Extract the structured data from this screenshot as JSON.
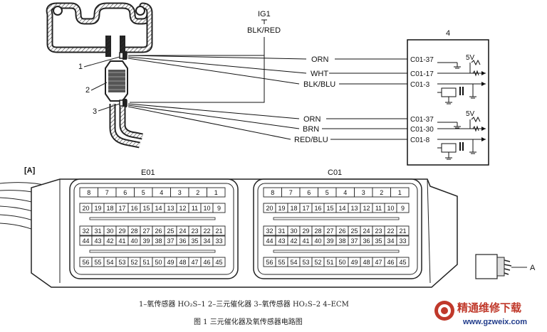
{
  "figure": {
    "ig_label": "IG1",
    "ig_wire": "BLK/RED",
    "ecm_number": "4",
    "section_tag": "[A]",
    "arrow_label": "A",
    "component_numbers": [
      "1",
      "2",
      "3"
    ],
    "upper_sensor": {
      "wires": [
        {
          "color": "ORN",
          "pin": "C01-37"
        },
        {
          "color": "WHT",
          "pin": "C01-17"
        },
        {
          "color": "BLK/BLU",
          "pin": "C01-3"
        }
      ],
      "supply": "5V"
    },
    "lower_sensor": {
      "wires": [
        {
          "color": "ORN",
          "pin": "C01-37"
        },
        {
          "color": "BRN",
          "pin": "C01-30"
        },
        {
          "color": "RED/BLU",
          "pin": "C01-8"
        }
      ],
      "supply": "5V"
    }
  },
  "connectors": [
    {
      "title": "E01",
      "rows": [
        [
          "8",
          "7",
          "6",
          "5",
          "4",
          "3",
          "2",
          "1"
        ],
        [
          "20",
          "19",
          "18",
          "17",
          "16",
          "15",
          "14",
          "13",
          "12",
          "11",
          "10",
          "9"
        ],
        [
          "32",
          "31",
          "30",
          "29",
          "28",
          "27",
          "26",
          "25",
          "24",
          "23",
          "22",
          "21"
        ],
        [
          "44",
          "43",
          "42",
          "41",
          "40",
          "39",
          "38",
          "37",
          "36",
          "35",
          "34",
          "33"
        ],
        [
          "56",
          "55",
          "54",
          "53",
          "52",
          "51",
          "50",
          "49",
          "48",
          "47",
          "46",
          "45"
        ]
      ]
    },
    {
      "title": "C01",
      "rows": [
        [
          "8",
          "7",
          "6",
          "5",
          "4",
          "3",
          "2",
          "1"
        ],
        [
          "20",
          "19",
          "18",
          "17",
          "16",
          "15",
          "14",
          "13",
          "12",
          "11",
          "10",
          "9"
        ],
        [
          "32",
          "31",
          "30",
          "29",
          "28",
          "27",
          "26",
          "25",
          "24",
          "23",
          "22",
          "21"
        ],
        [
          "44",
          "43",
          "42",
          "41",
          "40",
          "39",
          "38",
          "37",
          "36",
          "35",
          "34",
          "33"
        ],
        [
          "56",
          "55",
          "54",
          "53",
          "52",
          "51",
          "50",
          "49",
          "48",
          "47",
          "46",
          "45"
        ]
      ]
    }
  ],
  "caption": {
    "legend": "1–氧传感器 HO₂S–1    2–三元催化器    3–氧传感器 HO₂S–2    4–ECM",
    "title": "图 1    三元催化器及氧传感器电路图"
  },
  "watermark": {
    "name": "精通维修下载",
    "url": "www.gzweix.com"
  }
}
